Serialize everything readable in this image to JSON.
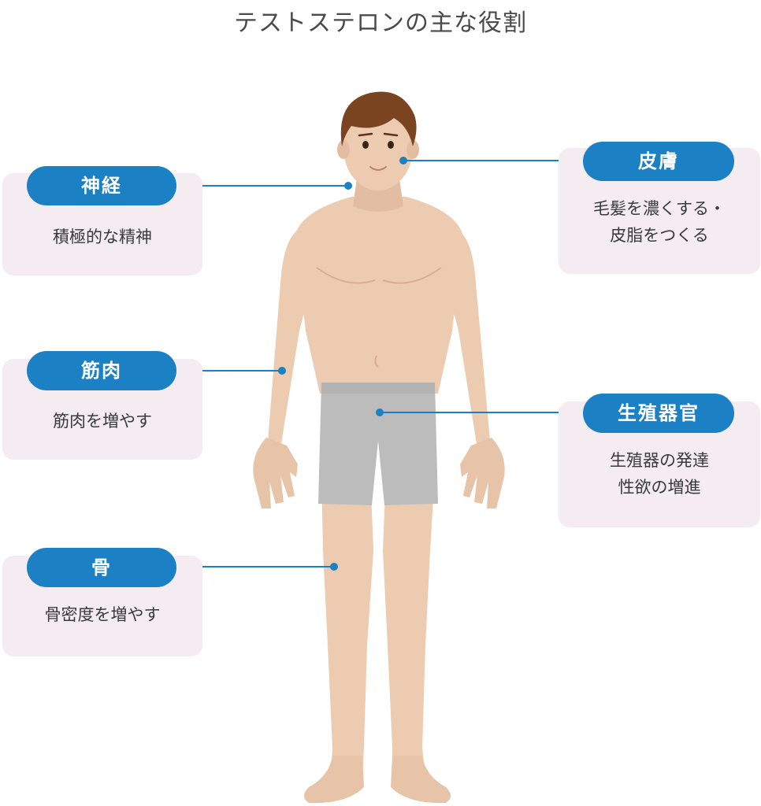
{
  "title": "テストステロンの主な役割",
  "colors": {
    "accent": "#1b80c4",
    "card_background": "#f4ecf1",
    "skin": "#eccbb1",
    "shorts": "#bdbcbd",
    "hair": "#7a4421"
  },
  "roles": [
    {
      "label": "神経",
      "description": "積極的な精神"
    },
    {
      "label": "筋肉",
      "description": "筋肉を増やす"
    },
    {
      "label": "骨",
      "description": "骨密度を増やす"
    },
    {
      "label": "皮膚",
      "description": "毛髪を濃くする・\n皮脂をつくる"
    },
    {
      "label": "生殖器官",
      "description": "生殖器の発達\n性欲の増進"
    }
  ]
}
